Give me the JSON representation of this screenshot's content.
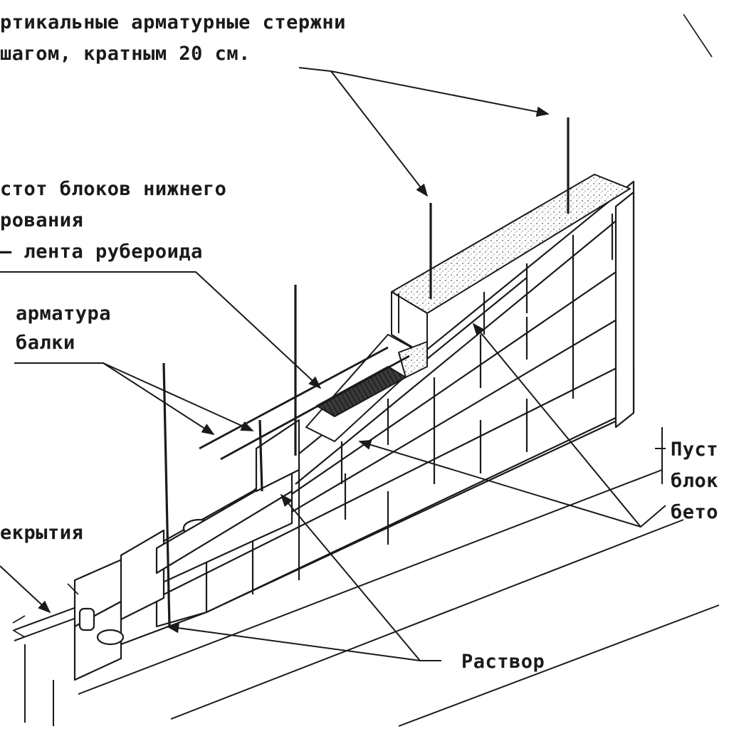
{
  "labels": {
    "rebar_line1": "ртикальные арматурные стержни",
    "rebar_line2": "шагом, кратным 20 см.",
    "hollow_line1": "стот блоков нижнего",
    "hollow_line2": "рования",
    "hollow_line3": "– лента рубероида",
    "beam_line1": "арматура",
    "beam_line2": "балки",
    "floor": "екрытия",
    "mortar": "Раствор",
    "right_line1": "Пуст",
    "right_line2": "блок",
    "right_line3": "бето"
  },
  "colors": {
    "ink": "#1a1a1a",
    "paper": "#ffffff",
    "fill_dark": "#2a2a2a",
    "fill_speckle": "#cfcfcf"
  }
}
